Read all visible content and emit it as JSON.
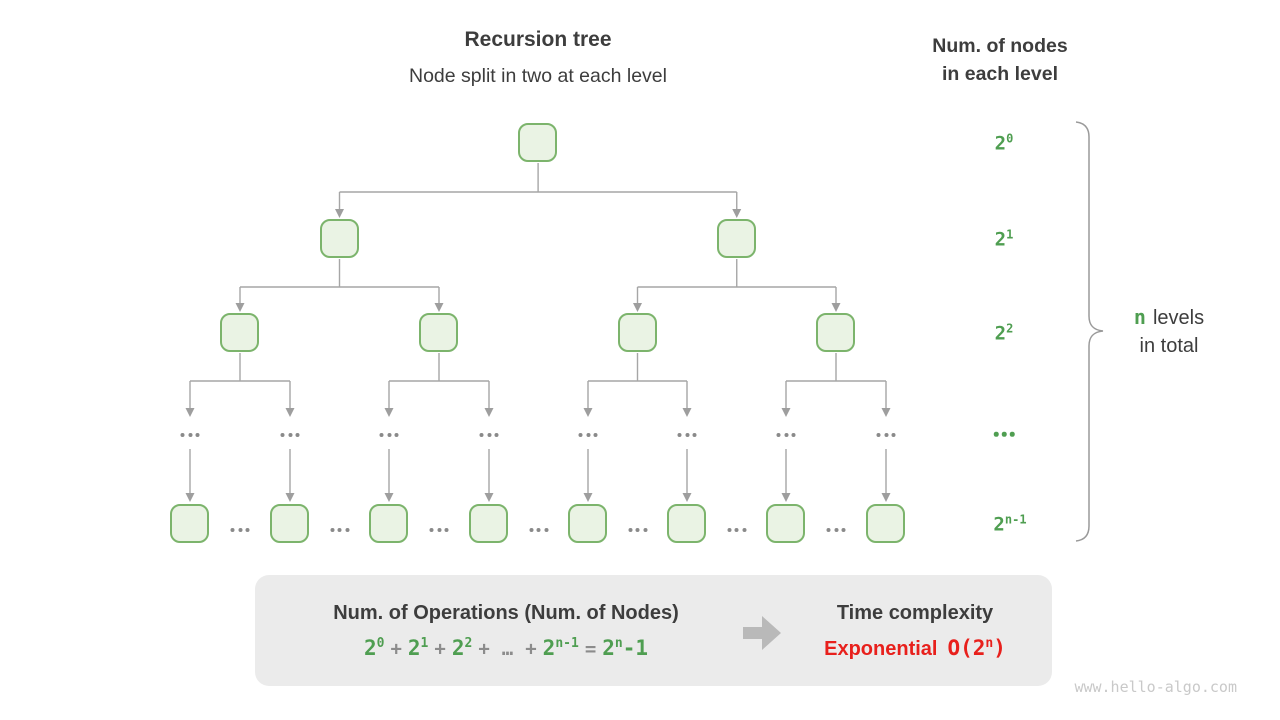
{
  "header": {
    "title": "Recursion tree",
    "subtitle": "Node split in two at each level",
    "right_title_line1": "Num. of nodes",
    "right_title_line2": "in each level"
  },
  "tree": {
    "description": "Binary recursion tree: each node splits into two children at each level; level 4 is elided with ellipses",
    "levels": [
      {
        "nodes": 1,
        "label_base": "2",
        "label_sup": "0"
      },
      {
        "nodes": 2,
        "label_base": "2",
        "label_sup": "1"
      },
      {
        "nodes": 4,
        "label_base": "2",
        "label_sup": "2"
      },
      {
        "nodes": "...",
        "label_ellipsis": true
      },
      {
        "nodes": 8,
        "label_base": "2",
        "label_sup": "n-1"
      }
    ]
  },
  "brace_note": {
    "highlight": "n",
    "line1_rest": "levels",
    "line2": "in total"
  },
  "summary": {
    "operations_title": "Num. of Operations (Num. of Nodes)",
    "formula_tokens": [
      {
        "type": "pow",
        "base": "2",
        "sup": "0"
      },
      {
        "type": "op",
        "text": "+"
      },
      {
        "type": "pow",
        "base": "2",
        "sup": "1"
      },
      {
        "type": "op",
        "text": "+"
      },
      {
        "type": "pow",
        "base": "2",
        "sup": "2"
      },
      {
        "type": "op",
        "text": "+"
      },
      {
        "type": "op",
        "text": "…"
      },
      {
        "type": "op",
        "text": "+"
      },
      {
        "type": "pow",
        "base": "2",
        "sup": "n-1"
      },
      {
        "type": "op",
        "text": "="
      },
      {
        "type": "pow",
        "base": "2",
        "sup": "n",
        "tail": "-1"
      }
    ],
    "complexity_title": "Time complexity",
    "complexity_name": "Exponential",
    "complexity_value": {
      "pre": "O(2",
      "sup": "n",
      "post": ")"
    }
  },
  "watermark": "www.hello-algo.com",
  "colors": {
    "text": "#3d3d3d",
    "green": "#4f9e51",
    "node-fill": "#eaf3e4",
    "node-border": "#7cb46c",
    "line": "#a6a6a6",
    "arrow": "#9e9e9e",
    "dots": "#8a8a8a",
    "box-bg": "#ebebeb",
    "big-arrow": "#b9b9b9",
    "red": "#e8201c",
    "watermark": "#c9c9c9",
    "brace": "#9a9a9a"
  }
}
